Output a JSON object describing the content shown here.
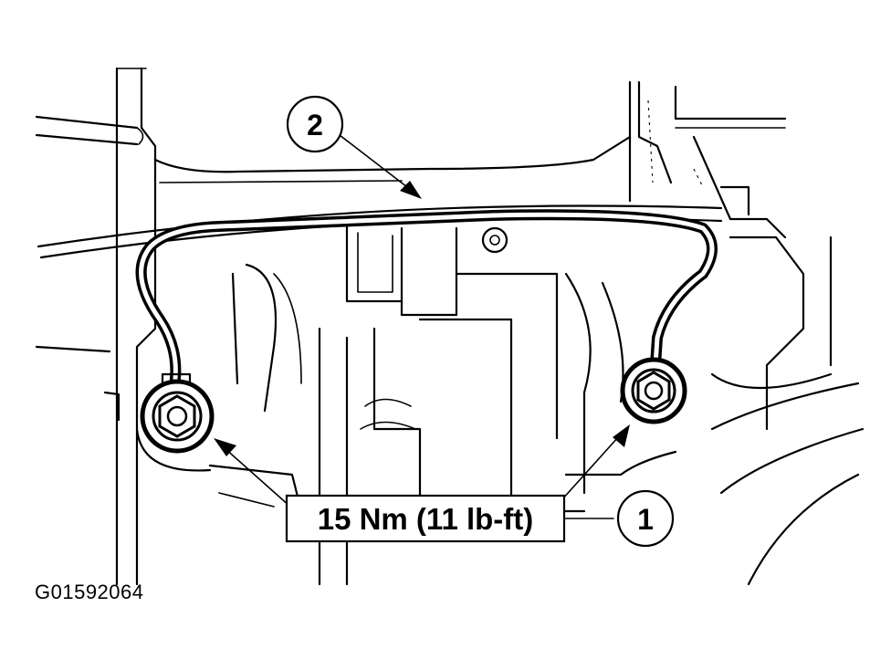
{
  "callouts": {
    "sensor": "1",
    "harness": "2"
  },
  "torque_label": "15 Nm (11 lb-ft)",
  "figure_id": "G01592064",
  "colors": {
    "ink": "#000000",
    "paper": "#ffffff"
  }
}
